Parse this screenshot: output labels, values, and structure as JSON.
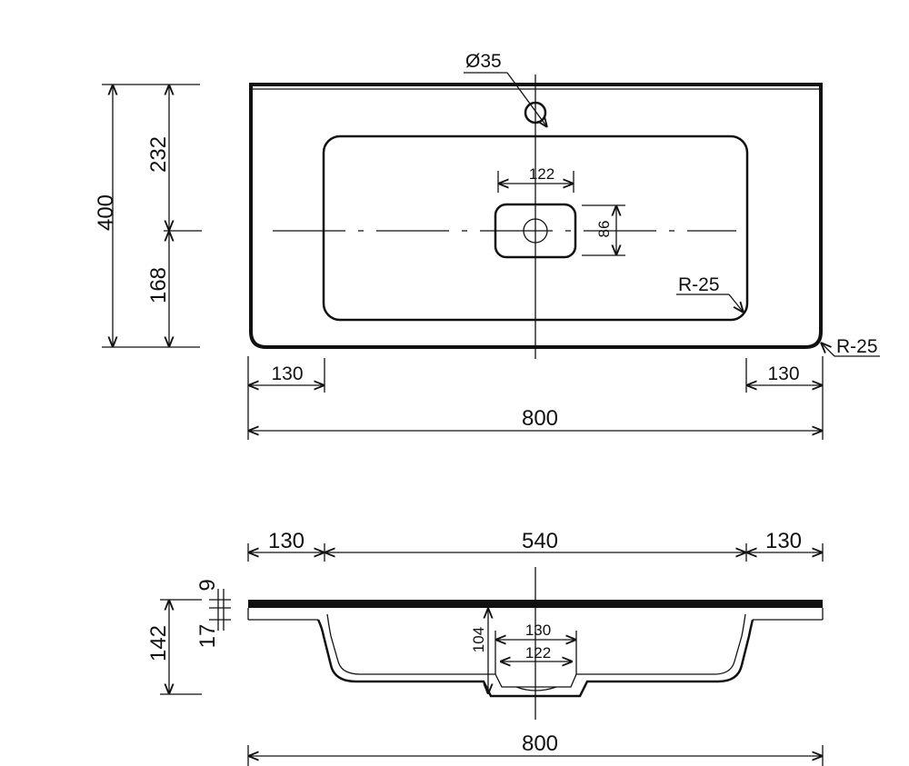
{
  "top_view": {
    "tap_hole_diameter": "Ø35",
    "overall_depth": "400",
    "tap_to_center": "232",
    "center_to_front": "168",
    "left_rim": "130",
    "right_rim": "130",
    "overall_width": "800",
    "drain_width": "122",
    "drain_height": "86",
    "bowl_radius": "R-25",
    "outer_radius": "R-25"
  },
  "side_view": {
    "left_rim": "130",
    "bowl_width": "540",
    "right_rim": "130",
    "overall_height": "142",
    "top_thickness": "9",
    "rim_thickness": "17",
    "bowl_depth": "104",
    "drain_outer_width": "130",
    "drain_inner_width": "122",
    "overall_width": "800"
  },
  "colors": {
    "line": "#111111",
    "background": "#ffffff"
  }
}
